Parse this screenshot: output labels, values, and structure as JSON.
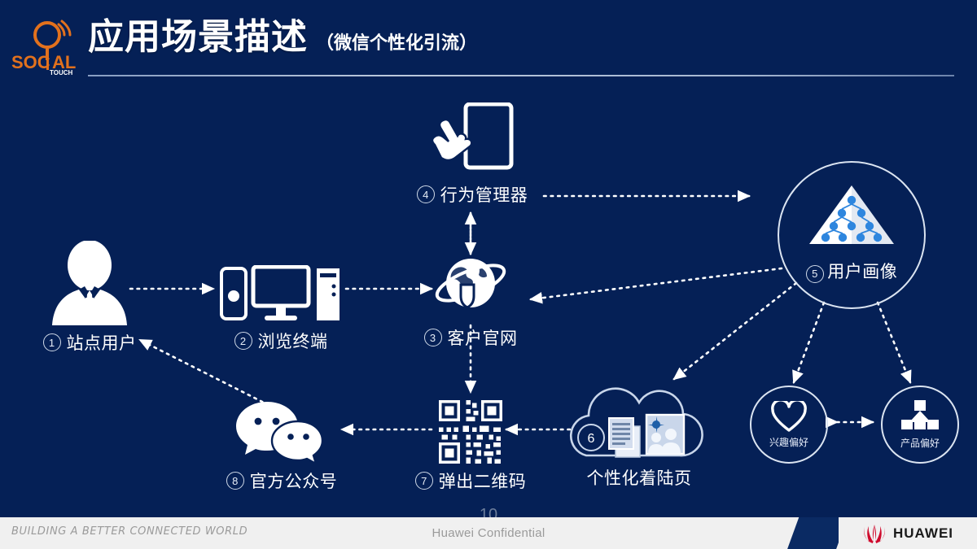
{
  "header": {
    "logo_primary": "SOCIAL",
    "logo_secondary": "TOUCH",
    "title_main": "应用场景描述",
    "title_sub": "（微信个性化引流）"
  },
  "diagram": {
    "nodes": [
      {
        "id": "site-user",
        "num": "1",
        "label": "站点用户",
        "icon": "businessman-icon"
      },
      {
        "id": "browsing-terminal",
        "num": "2",
        "label": "浏览终端",
        "icon": "devices-icon"
      },
      {
        "id": "customer-website",
        "num": "3",
        "label": "客户官网",
        "icon": "globe-shield-icon"
      },
      {
        "id": "behavior-manager",
        "num": "4",
        "label": "行为管理器",
        "icon": "hand-tablet-icon"
      },
      {
        "id": "user-profile",
        "num": "5",
        "label": "用户画像",
        "icon": "pyramid-nodes-icon"
      },
      {
        "id": "landing-page",
        "num": "6",
        "label": "个性化着陆页",
        "icon": "cloud-content-icon"
      },
      {
        "id": "qr-code",
        "num": "7",
        "label": "弹出二维码",
        "icon": "qr-code-icon"
      },
      {
        "id": "public-account",
        "num": "8",
        "label": "官方公众号",
        "icon": "wechat-icon"
      }
    ],
    "sub_nodes": [
      {
        "id": "interest-preference",
        "label": "兴趣偏好",
        "icon": "heart-icon"
      },
      {
        "id": "product-preference",
        "label": "产品偏好",
        "icon": "hierarchy-icon"
      }
    ]
  },
  "footer": {
    "tagline": "BUILDING A BETTER CONNECTED WORLD",
    "confidential": "Huawei Confidential",
    "page_number": "10",
    "brand": "HUAWEI"
  },
  "colors": {
    "background": "#052056",
    "accent_orange": "#E2711D",
    "node_blue": "#2E86DE",
    "huawei_red": "#CF0A2C",
    "text_white": "#FFFFFF"
  }
}
